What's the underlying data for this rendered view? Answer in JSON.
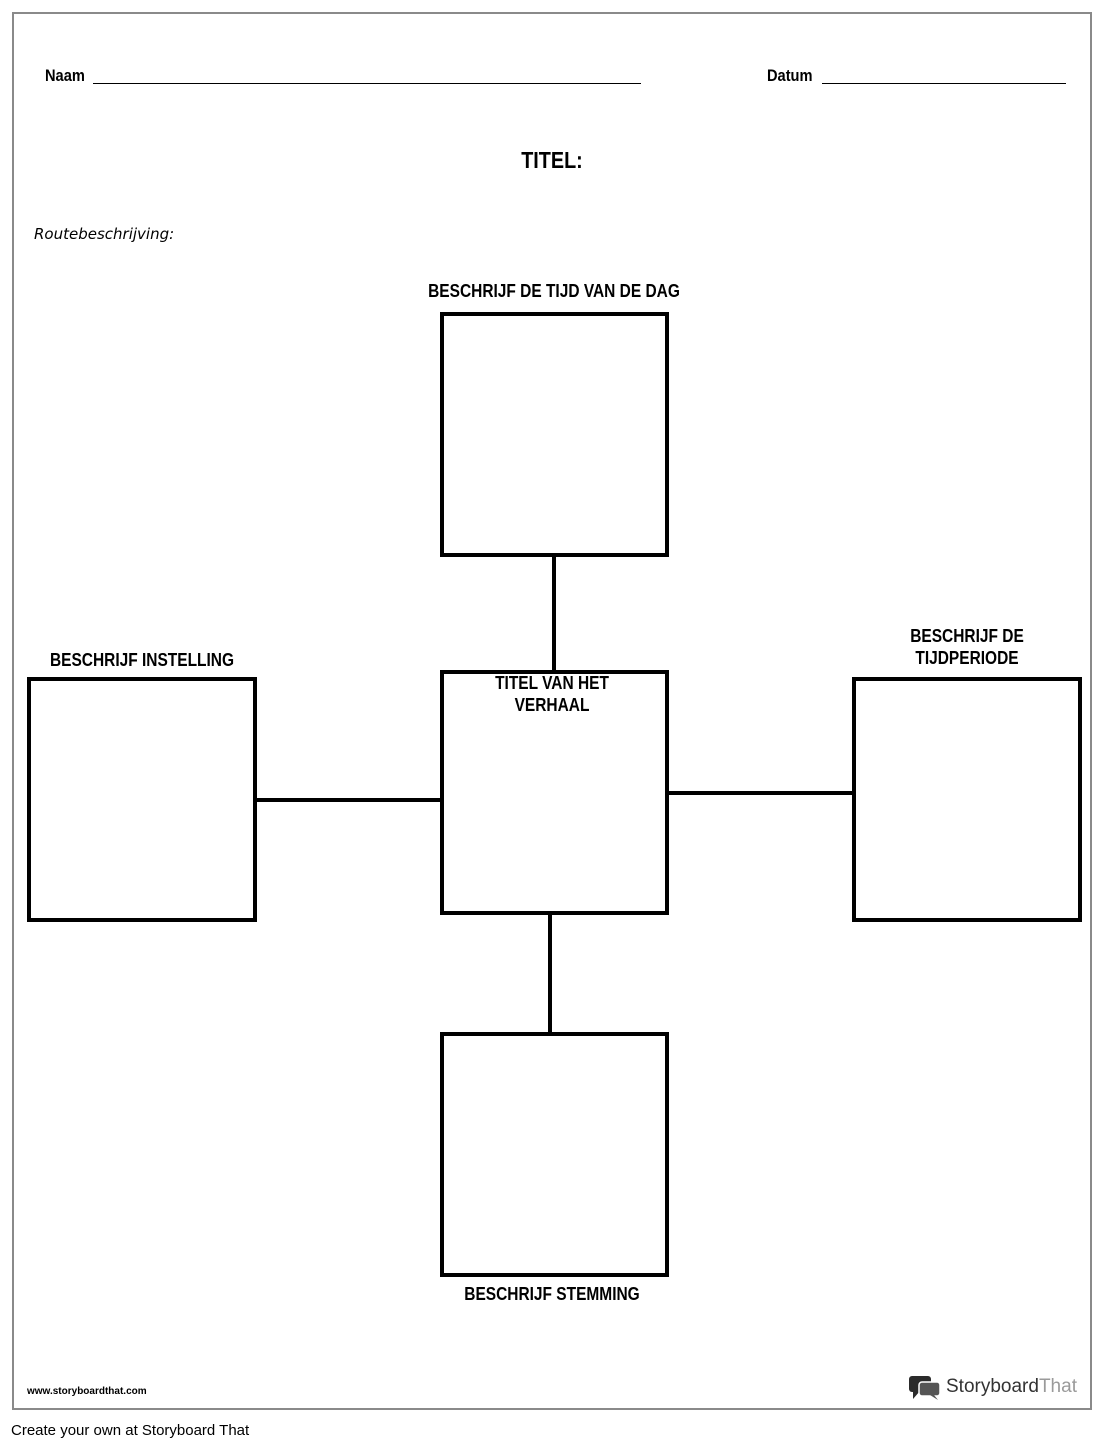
{
  "header": {
    "name_label": "Naam",
    "date_label": "Datum",
    "title_label": "TITEL:",
    "directions_label": "Routebeschrijving:"
  },
  "boxes": {
    "top_label": "BESCHRIJF DE TIJD VAN DE DAG",
    "left_label": "BESCHRIJF INSTELLING",
    "right_label_line1": "BESCHRIJF DE",
    "right_label_line2": "TIJDPERIODE",
    "center_label_line1": "TITEL VAN HET",
    "center_label_line2": "VERHAAL",
    "bottom_label": "BESCHRIJF STEMMING"
  },
  "footer": {
    "website": "www.storyboardthat.com",
    "logo_part1": "Storyboard",
    "logo_part2": "That",
    "create_text": "Create your own at Storyboard That"
  }
}
